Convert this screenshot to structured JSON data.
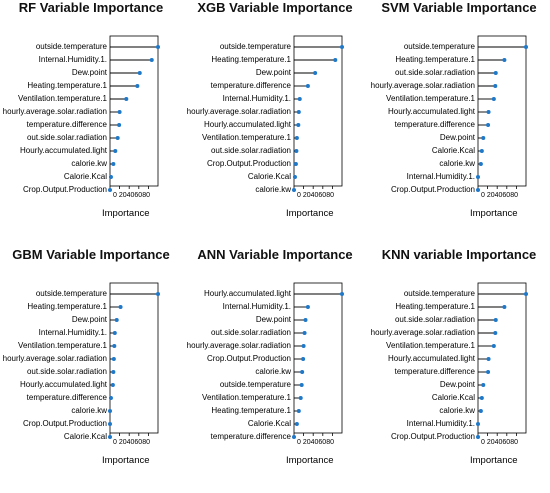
{
  "chart_data": [
    {
      "type": "lollipop",
      "title": "RF Variable Importance",
      "xlabel": "Importance",
      "xlim": [
        0,
        100
      ],
      "tick_labels": [
        "0",
        "20",
        "40",
        "60",
        "80"
      ],
      "tick_text": "0 20406080",
      "categories": [
        "outside.temperature",
        "Internal.Humidity.1.",
        "Dew.point",
        "Heating.temperature.1",
        "Ventilation.temperature.1",
        "hourly.average.solar.radiation",
        "temperature.difference",
        "out.side.solar.radiation",
        "Hourly.accumulated.light",
        "calorie.kw",
        "Calorie.Kcal",
        "Crop.Output.Production"
      ],
      "values": [
        100,
        87,
        62,
        57,
        34,
        20,
        19,
        16,
        11,
        7,
        2,
        0
      ]
    },
    {
      "type": "lollipop",
      "title": "XGB Variable Importance",
      "xlabel": "Importance",
      "xlim": [
        0,
        100
      ],
      "tick_labels": [
        "0",
        "20",
        "40",
        "60",
        "80"
      ],
      "tick_text": "0 20406080",
      "categories": [
        "outside.temperature",
        "Heating.temperature.1",
        "Dew.point",
        "temperature.difference",
        "Internal.Humidity.1.",
        "hourly.average.solar.radiation",
        "Hourly.accumulated.light",
        "Ventilation.temperature.1",
        "out.side.solar.radiation",
        "Crop.Output.Production",
        "Calorie.Kcal",
        "calorie.kw"
      ],
      "values": [
        100,
        86,
        44,
        29,
        12,
        10,
        9,
        6,
        5,
        4,
        2,
        0
      ]
    },
    {
      "type": "lollipop",
      "title": "SVM Variable Importance",
      "xlabel": "Importance",
      "xlim": [
        0,
        100
      ],
      "tick_labels": [
        "0",
        "20",
        "40",
        "60",
        "80"
      ],
      "tick_text": "0 20406080",
      "categories": [
        "outside.temperature",
        "Heating.temperature.1",
        "out.side.solar.radiation",
        "hourly.average.solar.radiation",
        "Ventilation.temperature.1",
        "Hourly.accumulated.light",
        "temperature.difference",
        "Dew.point",
        "Calorie.Kcal",
        "calorie.kw",
        "Internal.Humidity.1.",
        "Crop.Output.Production"
      ],
      "values": [
        100,
        55,
        37,
        36,
        33,
        22,
        21,
        11,
        8,
        6,
        0,
        0
      ]
    },
    {
      "type": "lollipop",
      "title": "GBM Variable Importance",
      "xlabel": "Importance",
      "xlim": [
        0,
        100
      ],
      "tick_labels": [
        "0",
        "20",
        "40",
        "60",
        "80"
      ],
      "tick_text": "0 20406080",
      "categories": [
        "outside.temperature",
        "Heating.temperature.1",
        "Dew.point",
        "Internal.Humidity.1.",
        "Ventilation.temperature.1",
        "hourly.average.solar.radiation",
        "out.side.solar.radiation",
        "Hourly.accumulated.light",
        "temperature.difference",
        "calorie.kw",
        "Crop.Output.Production",
        "Calorie.Kcal"
      ],
      "values": [
        100,
        22,
        14,
        10,
        9,
        8,
        7,
        6,
        2,
        0,
        0,
        0
      ]
    },
    {
      "type": "lollipop",
      "title": "ANN Variable Importance",
      "xlabel": "Importance",
      "xlim": [
        0,
        100
      ],
      "tick_labels": [
        "0",
        "20",
        "40",
        "60",
        "80"
      ],
      "tick_text": "0 20406080",
      "categories": [
        "Hourly.accumulated.light",
        "Internal.Humidity.1.",
        "Dew.point",
        "out.side.solar.radiation",
        "hourly.average.solar.radiation",
        "Crop.Output.Production",
        "calorie.kw",
        "outside.temperature",
        "Ventilation.temperature.1",
        "Heating.temperature.1",
        "Calorie.Kcal",
        "temperature.difference"
      ],
      "values": [
        100,
        29,
        24,
        22,
        20,
        19,
        17,
        16,
        14,
        10,
        6,
        0
      ]
    },
    {
      "type": "lollipop",
      "title": "KNN variable Importance",
      "xlabel": "Importance",
      "xlim": [
        0,
        100
      ],
      "tick_labels": [
        "0",
        "20",
        "40",
        "60",
        "80"
      ],
      "tick_text": "0 20406080",
      "categories": [
        "outside.temperature",
        "Heating.temperature.1",
        "out.side.solar.radiation",
        "hourly.average.solar.radiation",
        "Ventilation.temperature.1",
        "Hourly.accumulated.light",
        "temperature.difference",
        "Dew.point",
        "Calorie.Kcal",
        "calorie.kw",
        "Internal.Humidity.1.",
        "Crop.Output.Production"
      ],
      "values": [
        100,
        55,
        37,
        36,
        33,
        22,
        21,
        11,
        8,
        6,
        0,
        0
      ]
    }
  ],
  "colors": {
    "stem": "#000000",
    "point": "#1f78c8",
    "frame": "#000000"
  }
}
